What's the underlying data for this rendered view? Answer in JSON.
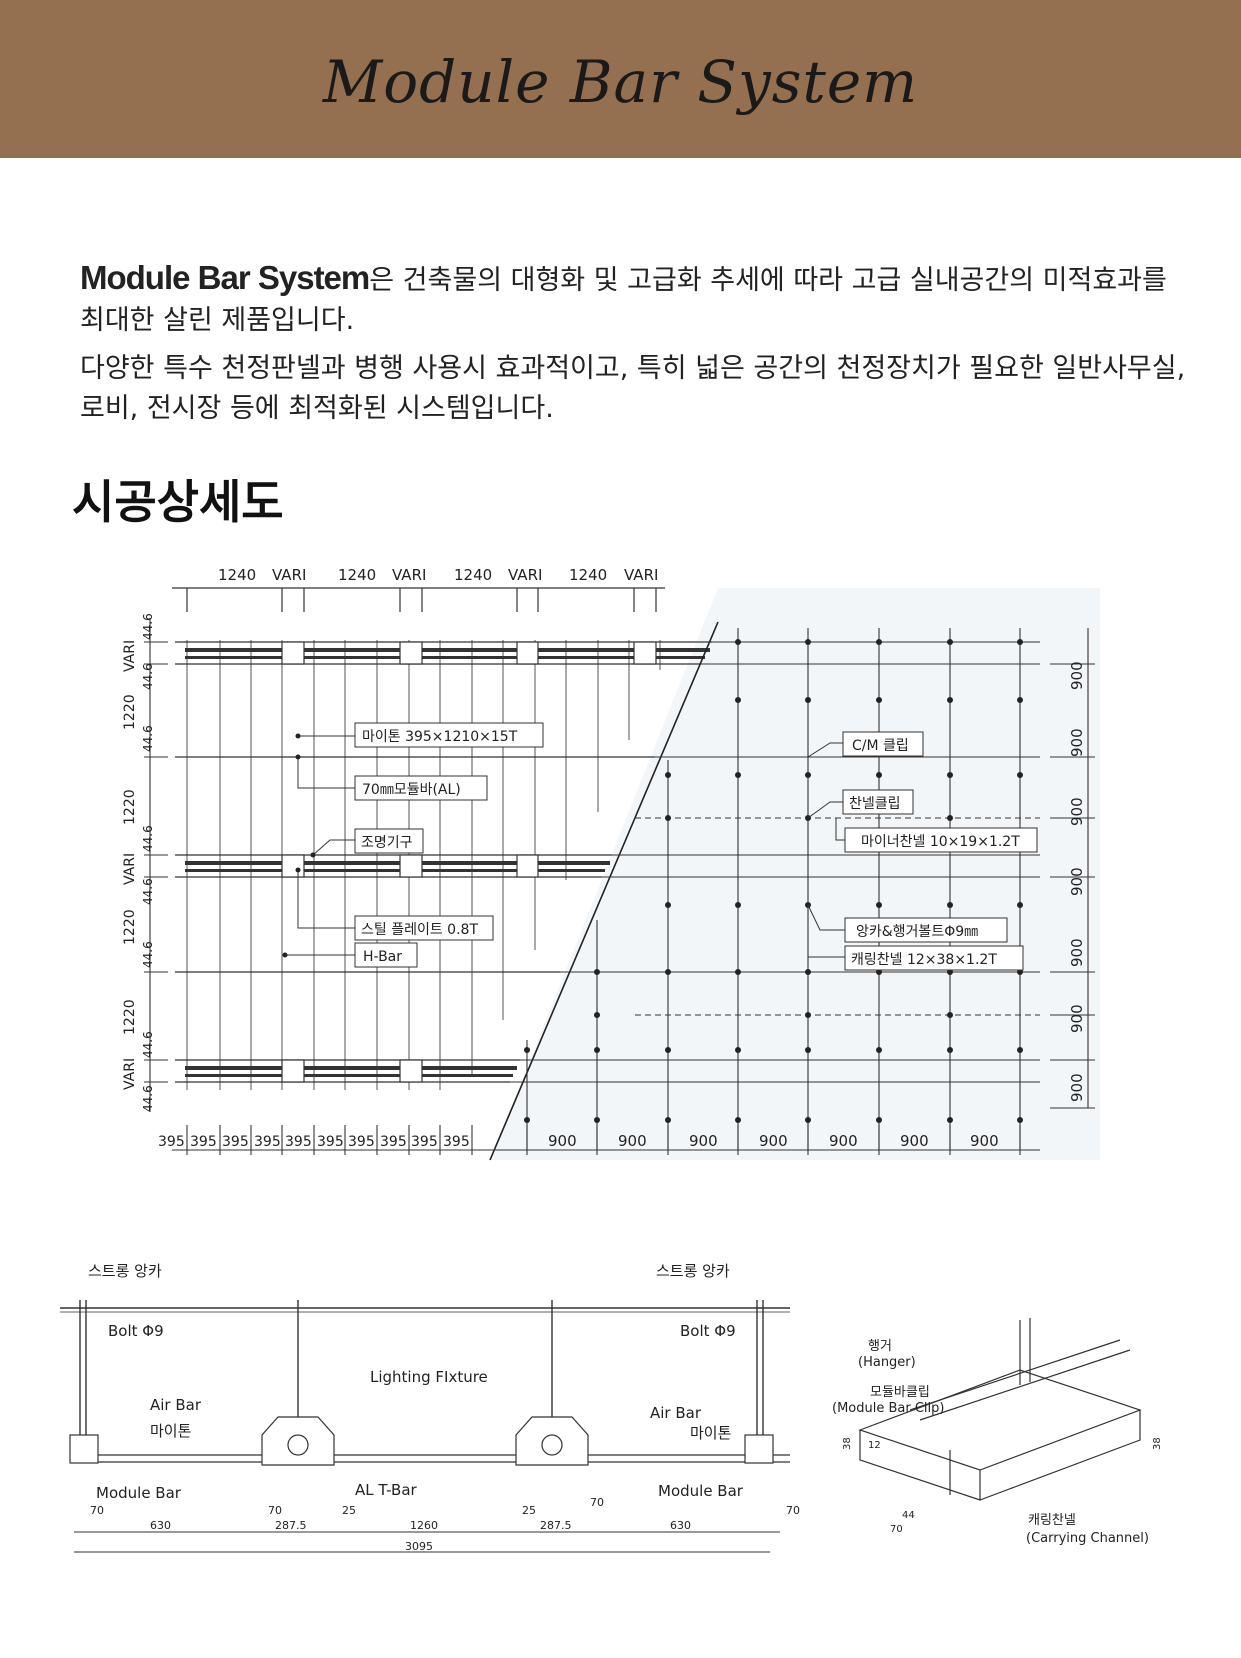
{
  "header": {
    "title": "Module Bar System"
  },
  "intro": {
    "brand": "Module Bar System",
    "p1_rest": "은 건축물의 대형화 및 고급화 추세에 따라 고급 실내공간의 미적효과를 최대한 살린 제품입니다.",
    "p2": "다양한 특수 천정판넬과 병행 사용시 효과적이고, 특히 넓은 공간의 천정장치가 필요한 일반사무실, 로비, 전시장 등에 최적화된 시스템입니다."
  },
  "section": {
    "title": "시공상세도"
  },
  "plan": {
    "top_dims": [
      "1240",
      "VARI",
      "1240",
      "VARI",
      "1240",
      "VARI",
      "1240",
      "VARI"
    ],
    "left_dims": [
      "44.6",
      "VARI",
      "44.6",
      "1220",
      "44.6",
      "1220",
      "44.6",
      "VARI",
      "44.6",
      "1220",
      "44.6",
      "1220",
      "44.6",
      "VARI",
      "44.6"
    ],
    "right_dims": [
      "900",
      "900",
      "900",
      "900",
      "900",
      "900",
      "900"
    ],
    "bottom_left": [
      "395",
      "395",
      "395",
      "395",
      "395",
      "395",
      "395",
      "395",
      "395",
      "395"
    ],
    "bottom_right": [
      "900",
      "900",
      "900",
      "900",
      "900",
      "900",
      "900"
    ],
    "labels": {
      "maiton": "마이톤 395×1210×15T",
      "module_bar": "70㎜모듈바(AL)",
      "lighting": "조명기구",
      "steel_plate": "스틸 플레이트 0.8T",
      "hbar": "H-Bar",
      "cm_clip": "C/M 클립",
      "channel_clip": "찬넬클립",
      "minor_channel": "마이너찬넬 10×19×1.2T",
      "anchor_bolt": "앙카&행거볼트Φ9㎜",
      "carrying_channel": "캐링찬넬 12×38×1.2T"
    }
  },
  "section_view": {
    "strong_anchor_l": "스트롱 앙카",
    "strong_anchor_r": "스트롱 앙카",
    "bolt_l": "Bolt Φ9",
    "bolt_r": "Bolt Φ9",
    "lighting_fixture": "Lighting FIxture",
    "air_bar_l": "Air Bar",
    "air_bar_r": "Air Bar",
    "maiton_l": "마이톤",
    "maiton_r": "마이톤",
    "module_bar_l": "Module Bar",
    "module_bar_r": "Module Bar",
    "al_tbar": "AL T-Bar",
    "dims": [
      "70",
      "630",
      "70",
      "287.5",
      "25",
      "1260",
      "25",
      "287.5",
      "70",
      "630",
      "70"
    ],
    "total": "3095"
  },
  "iso_view": {
    "hanger_ko": "행거",
    "hanger_en": "(Hanger)",
    "clip_ko": "모듈바클립",
    "clip_en": "(Module Bar Clip)",
    "carrying_ko": "캐링찬넬",
    "carrying_en": "(Carrying Channel)",
    "dim_38a": "38",
    "dim_38b": "38",
    "dim_12": "12",
    "dim_44": "44",
    "dim_70": "70"
  }
}
